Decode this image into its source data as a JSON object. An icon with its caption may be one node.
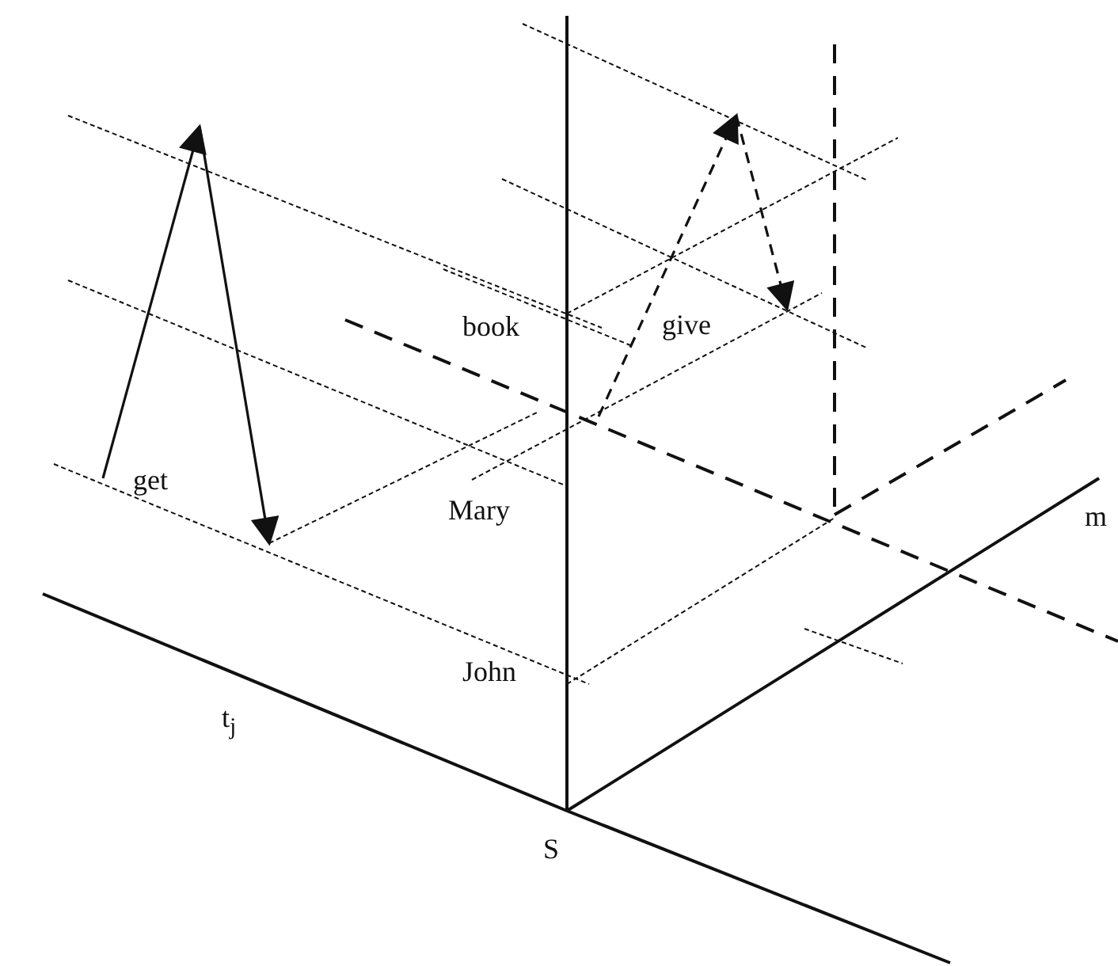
{
  "diagram": {
    "labels": [
      "book",
      "give",
      "get",
      "Mary",
      "m",
      "John",
      "t$_{j}$",
      "S"
    ]
  }
}
